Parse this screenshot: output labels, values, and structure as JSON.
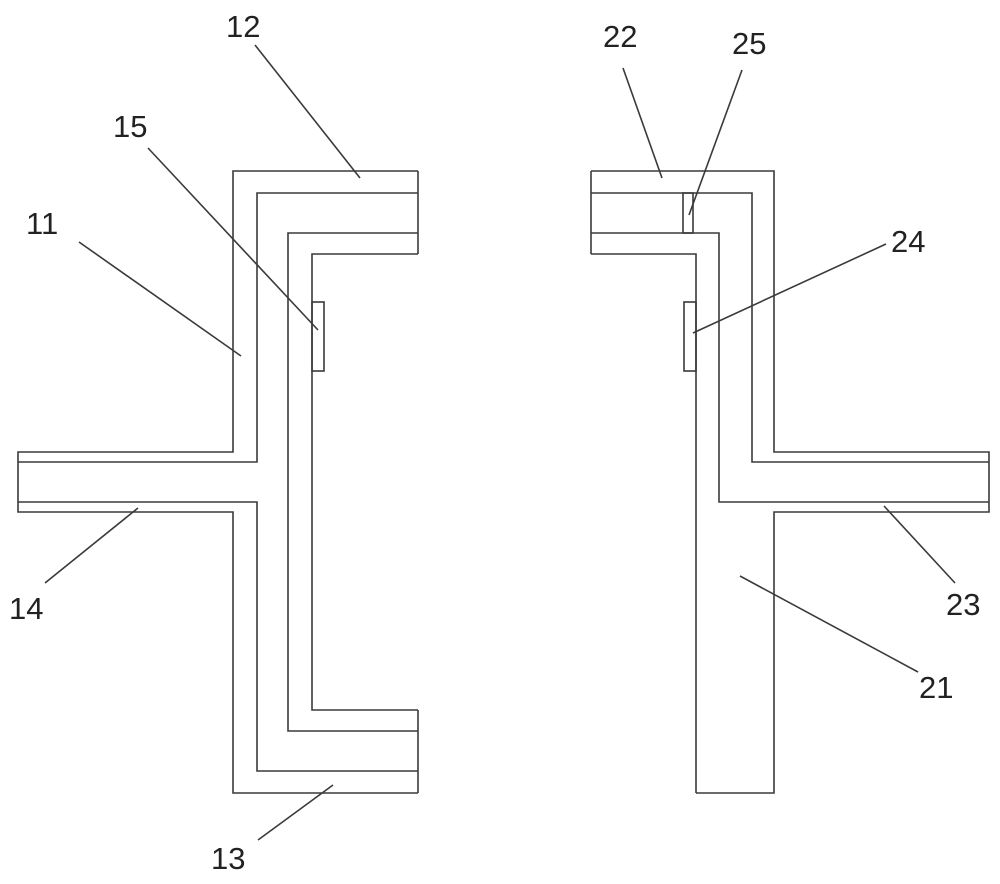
{
  "labels": {
    "l11": "11",
    "l12": "12",
    "l13": "13",
    "l14": "14",
    "l15": "15",
    "l21": "21",
    "l22": "22",
    "l23": "23",
    "l24": "24",
    "l25": "25"
  },
  "colors": {
    "line": "#3a3a3a",
    "background": "#ffffff"
  }
}
